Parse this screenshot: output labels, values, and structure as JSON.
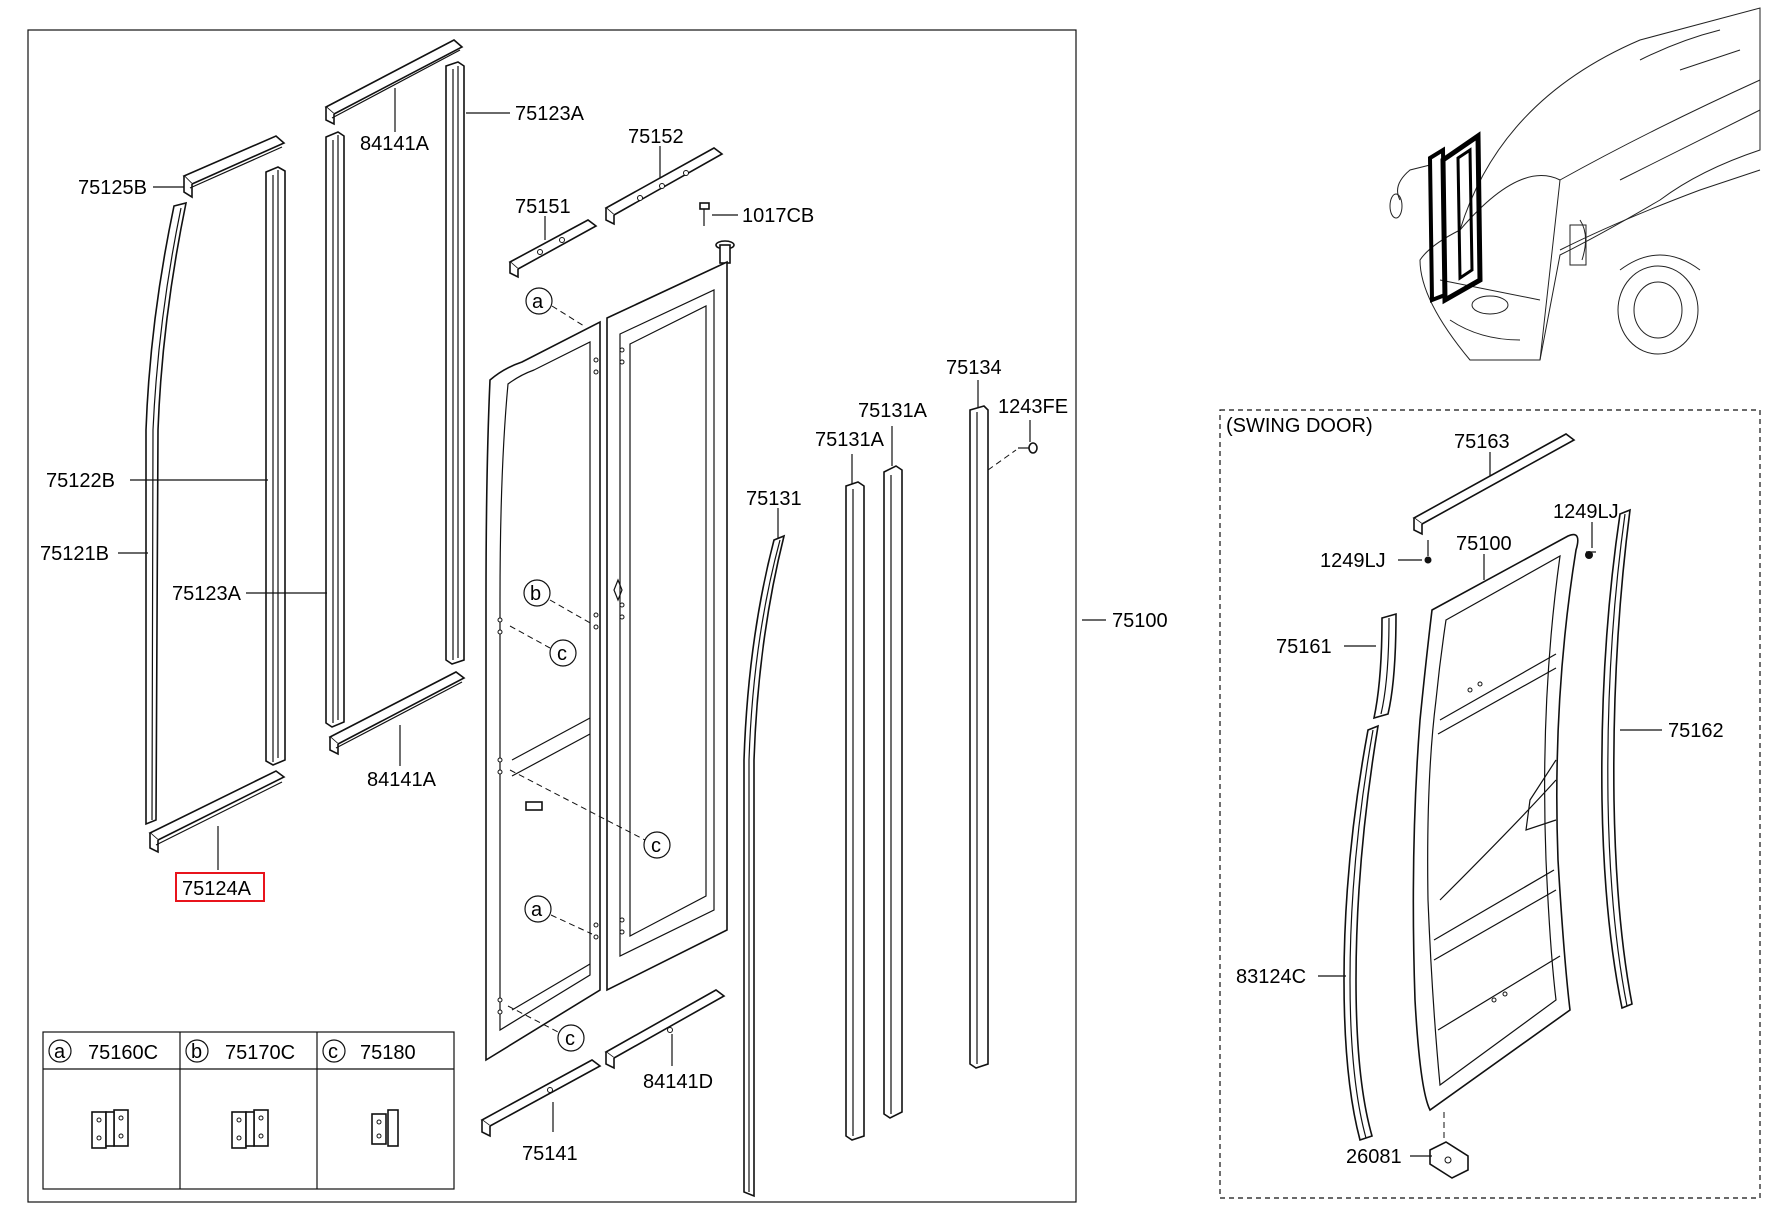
{
  "labels": {
    "p_75125B": "75125B",
    "p_75122B": "75122B",
    "p_75121B": "75121B",
    "p_75123A_left": "75123A",
    "p_75123A_top": "75123A",
    "p_84141A_top": "84141A",
    "p_84141A_bottom": "84141A",
    "p_75124A": "75124A",
    "p_75152": "75152",
    "p_75151": "75151",
    "p_1017CB": "1017CB",
    "p_75134": "75134",
    "p_1243FE": "1243FE",
    "p_75131A_right": "75131A",
    "p_75131A_left": "75131A",
    "p_75131": "75131",
    "p_75100": "75100",
    "p_84141D": "84141D",
    "p_75141": "75141"
  },
  "callouts": {
    "a1": "a",
    "b1": "b",
    "c1": "c",
    "c2": "c",
    "a2": "a",
    "c3": "c"
  },
  "legend": {
    "items": [
      {
        "letter": "a",
        "part": "75160C"
      },
      {
        "letter": "b",
        "part": "75170C"
      },
      {
        "letter": "c",
        "part": "75180"
      }
    ]
  },
  "swing_door": {
    "title": "(SWING DOOR)",
    "labels": {
      "p_75163": "75163",
      "p_1249LJ_right": "1249LJ",
      "p_1249LJ_left": "1249LJ",
      "p_75100": "75100",
      "p_75161": "75161",
      "p_75162": "75162",
      "p_83124C": "83124C",
      "p_26081": "26081"
    }
  },
  "highlight": {
    "part": "75124A",
    "color": "#e8141c"
  }
}
